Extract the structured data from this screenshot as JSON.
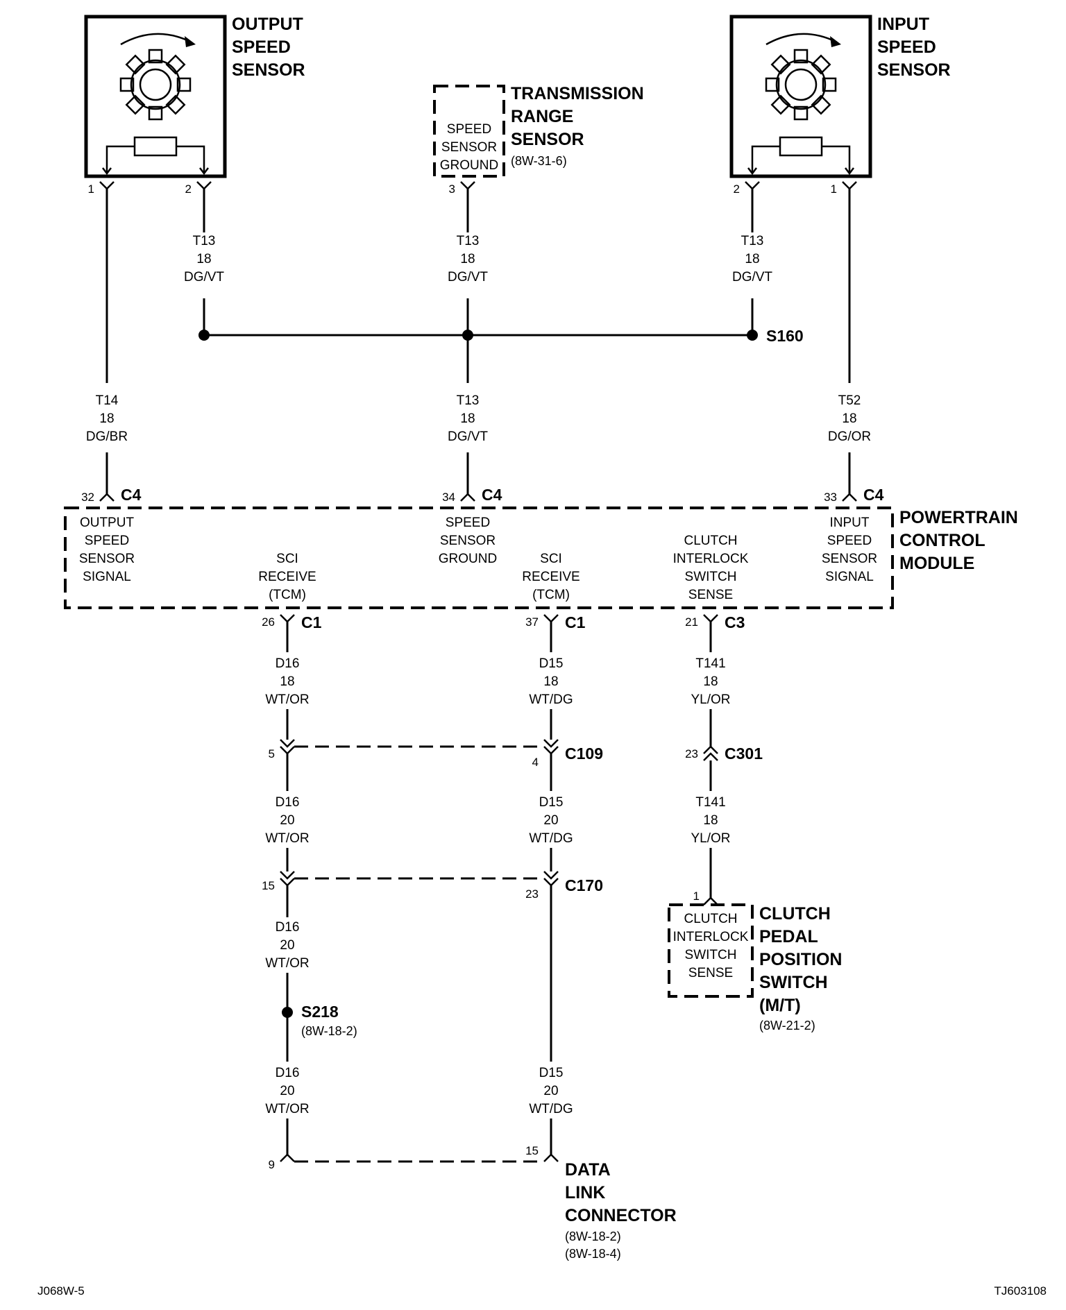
{
  "components": {
    "output_speed_sensor": {
      "title": [
        "OUTPUT",
        "SPEED",
        "SENSOR"
      ],
      "pins": [
        "1",
        "2"
      ]
    },
    "input_speed_sensor": {
      "title": [
        "INPUT",
        "SPEED",
        "SENSOR"
      ],
      "pins": [
        "2",
        "1"
      ]
    },
    "transmission_range_sensor": {
      "title": [
        "TRANSMISSION",
        "RANGE",
        "SENSOR"
      ],
      "ref": "(8W-31-6)",
      "inner": [
        "SPEED",
        "SENSOR",
        "GROUND"
      ],
      "pin": "3"
    },
    "pcm": {
      "title": [
        "POWERTRAIN",
        "CONTROL",
        "MODULE"
      ],
      "functions": {
        "output_speed": [
          "OUTPUT",
          "SPEED",
          "SENSOR",
          "SIGNAL"
        ],
        "sci_receive_1": [
          "SCI",
          "RECEIVE",
          "(TCM)"
        ],
        "speed_ground": [
          "SPEED",
          "SENSOR",
          "GROUND"
        ],
        "sci_receive_2": [
          "SCI",
          "RECEIVE",
          "(TCM)"
        ],
        "clutch_sense": [
          "CLUTCH",
          "INTERLOCK",
          "SWITCH",
          "SENSE"
        ],
        "input_speed": [
          "INPUT",
          "SPEED",
          "SENSOR",
          "SIGNAL"
        ]
      }
    },
    "clutch_pedal_switch": {
      "title": [
        "CLUTCH",
        "PEDAL",
        "POSITION",
        "SWITCH",
        "(M/T)"
      ],
      "ref": "(8W-21-2)",
      "inner": [
        "CLUTCH",
        "INTERLOCK",
        "SWITCH",
        "SENSE"
      ],
      "pin": "1"
    },
    "data_link_connector": {
      "title": [
        "DATA",
        "LINK",
        "CONNECTOR"
      ],
      "refs": [
        "(8W-18-2)",
        "(8W-18-4)"
      ],
      "pins": [
        "9",
        "15"
      ]
    }
  },
  "wires": {
    "oss_ground": [
      "T13",
      "18",
      "DG/VT"
    ],
    "trs_ground": [
      "T13",
      "18",
      "DG/VT"
    ],
    "iss_ground": [
      "T13",
      "18",
      "DG/VT"
    ],
    "pcm_ground": [
      "T13",
      "18",
      "DG/VT"
    ],
    "oss_signal": [
      "T14",
      "18",
      "DG/BR"
    ],
    "iss_signal": [
      "T52",
      "18",
      "DG/OR"
    ],
    "d16_a": [
      "D16",
      "18",
      "WT/OR"
    ],
    "d15_a": [
      "D15",
      "18",
      "WT/DG"
    ],
    "t141_a": [
      "T141",
      "18",
      "YL/OR"
    ],
    "d16_b": [
      "D16",
      "20",
      "WT/OR"
    ],
    "d15_b": [
      "D15",
      "20",
      "WT/DG"
    ],
    "t141_b": [
      "T141",
      "18",
      "YL/OR"
    ],
    "d16_c": [
      "D16",
      "20",
      "WT/OR"
    ],
    "d16_d": [
      "D16",
      "20",
      "WT/OR"
    ],
    "d15_c": [
      "D15",
      "20",
      "WT/DG"
    ]
  },
  "connectors": {
    "c4_32": {
      "pin": "32",
      "name": "C4"
    },
    "c4_34": {
      "pin": "34",
      "name": "C4"
    },
    "c4_33": {
      "pin": "33",
      "name": "C4"
    },
    "c1_26": {
      "pin": "26",
      "name": "C1"
    },
    "c1_37": {
      "pin": "37",
      "name": "C1"
    },
    "c3_21": {
      "pin": "21",
      "name": "C3"
    },
    "c109": {
      "name": "C109",
      "pin_left": "5",
      "pin_right": "4"
    },
    "c301": {
      "name": "C301",
      "pin": "23"
    },
    "c170": {
      "name": "C170",
      "pin_left": "15",
      "pin_right": "23"
    }
  },
  "splices": {
    "s160": {
      "name": "S160"
    },
    "s218": {
      "name": "S218",
      "ref": "(8W-18-2)"
    }
  },
  "footer": {
    "left": "J068W-5",
    "right": "TJ603108"
  }
}
